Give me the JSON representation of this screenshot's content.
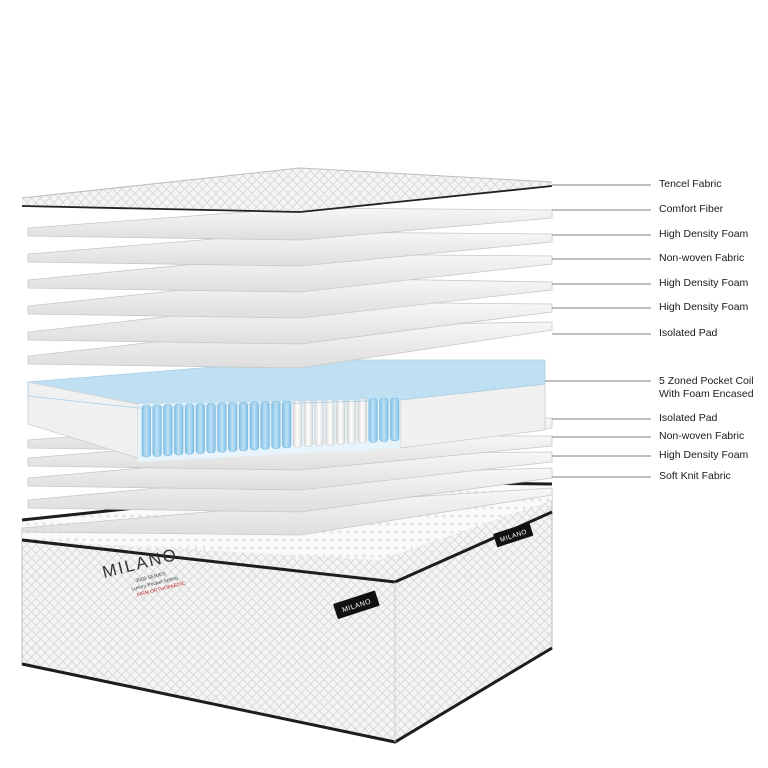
{
  "brand": {
    "name": "MILANO",
    "tagline_1": "3000 SERIES",
    "tagline_2": "Luxury Pocket Spring",
    "tagline_3": "FIRM ORTHOPAEDIC",
    "side_badge": "MILANO",
    "corner_badge": "MILANO"
  },
  "layers": [
    {
      "label": "Tencel Fabric"
    },
    {
      "label": "Comfort Fiber"
    },
    {
      "label": "High Density Foam"
    },
    {
      "label": "Non-woven Fabric"
    },
    {
      "label": "High Density Foam"
    },
    {
      "label": "High Density Foam"
    },
    {
      "label": "Isolated Pad"
    },
    {
      "label": "5 Zoned Pocket Coil",
      "label2": "With Foam Encased"
    },
    {
      "label": "Isolated Pad"
    },
    {
      "label": "Non-woven Fabric"
    },
    {
      "label": "High Density Foam"
    },
    {
      "label": "Soft Knit Fabric"
    }
  ],
  "colors": {
    "fabric": "#f3f3f3",
    "sheet": "#e9e9e9",
    "coil_blue": "#9fd0ec",
    "coil_white": "#eeeeee",
    "border_dark": "#222222",
    "badge": "#111111",
    "accent_red": "#c62828"
  }
}
